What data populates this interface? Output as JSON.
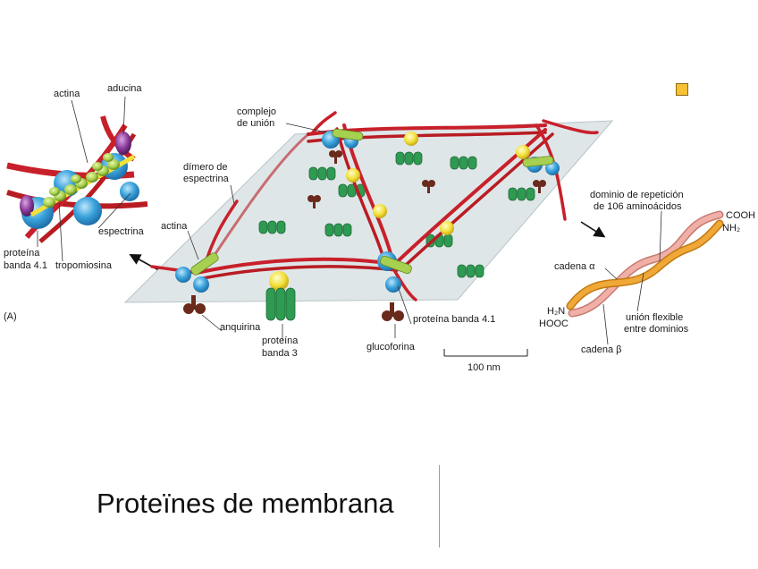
{
  "slide": {
    "title": "Proteïnes de membrana"
  },
  "diagram": {
    "panel_label": "(A)",
    "inset_left": {
      "labels": {
        "actina": "actina",
        "aducina": "aducina",
        "espectrina": "espectrina",
        "proteina_banda_line1": "proteína",
        "proteina_banda_line2": "banda 4.1",
        "tropomiosina": "tropomiosina"
      }
    },
    "membrane": {
      "labels": {
        "complejo_line1": "complejo",
        "complejo_line2": "de unión",
        "dimero_line1": "dímero de",
        "dimero_line2": "espectrina",
        "actina": "actina",
        "anquirina": "anquirina",
        "banda3_line1": "proteína",
        "banda3_line2": "banda 3",
        "glucoforina": "glucoforina",
        "proteina_41": "proteína banda 4.1"
      },
      "scale_bar": "100 nm"
    },
    "spectrin_detail": {
      "labels": {
        "dominio_line1": "dominio de repetición",
        "dominio_line2": "de 106 aminoácidos",
        "cooh": "COOH",
        "nh2": "NH₂",
        "cadena_alpha": "cadena α",
        "h2n": "H₂N",
        "hooc": "HOOC",
        "union_line1": "unión flexible",
        "union_line2": "entre dominios",
        "cadena_beta": "cadena β"
      }
    },
    "colors": {
      "actin_red": "#c8202a",
      "spectrin_red": "#b81c22",
      "band41_blue": "#3aa3dc",
      "ankyrin_yellow": "#f2e13a",
      "band3_green": "#2e9a52",
      "tropomyosin_green": "#a8d050",
      "adducin_purple": "#8a3a9a",
      "glycophorin_brown": "#6a2a1c",
      "membrane_grey": "#dfe6e8",
      "alpha_chain_pink": "#f0b0a8",
      "beta_chain_orange": "#f0a838"
    }
  }
}
